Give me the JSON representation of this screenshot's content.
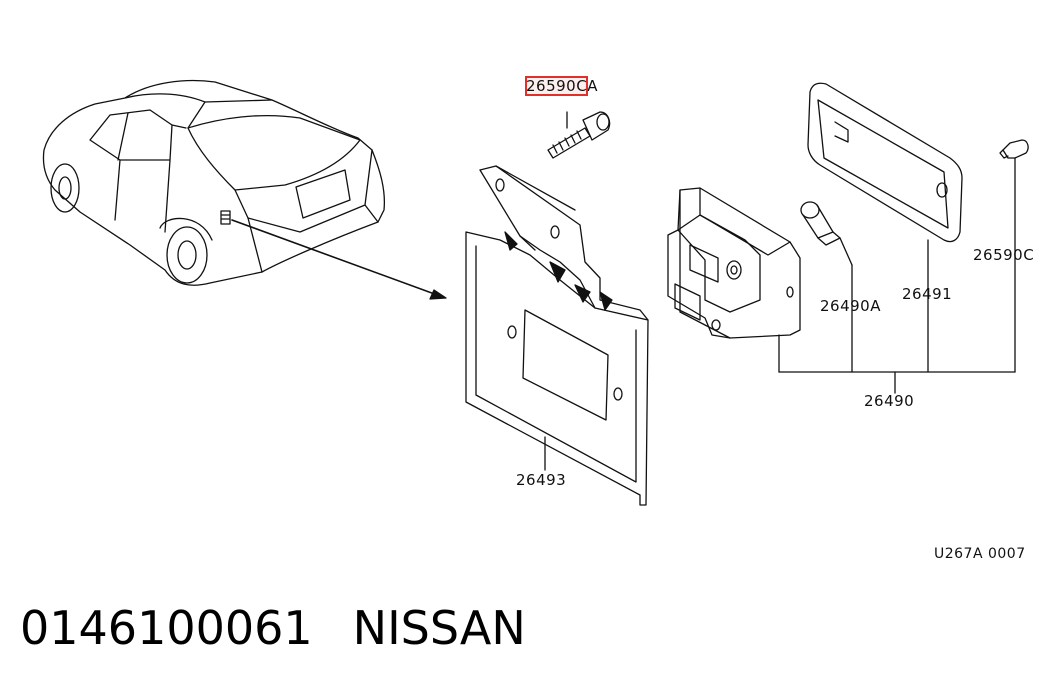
{
  "diagram": {
    "callouts": {
      "screw_top": "26590C",
      "screw_top_suffix": "A",
      "screw_right": "26590C",
      "bulb": "26490A",
      "lens": "26491",
      "assembly": "26490",
      "bracket": "26493"
    },
    "figure_code": "U267A 0007",
    "highlight_color": "#e0302a"
  },
  "caption": {
    "part_number": "0146100061",
    "brand": "NISSAN"
  }
}
